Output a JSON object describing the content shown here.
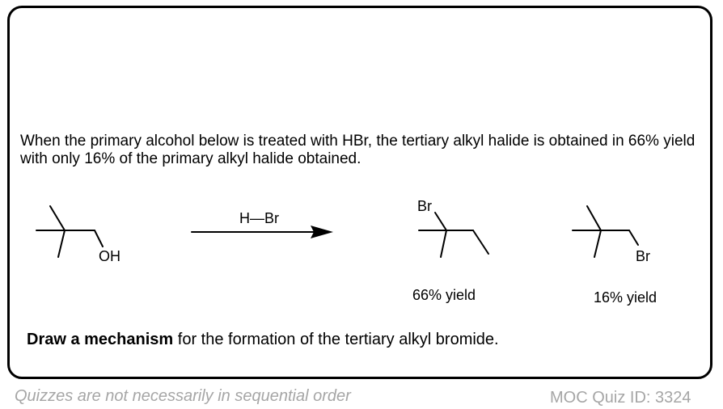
{
  "question": {
    "text": "When the primary alcohol below is treated with HBr, the tertiary alkyl halide is obtained in 66% yield with only 16% of the primary alkyl halide obtained."
  },
  "scheme": {
    "starting_material": {
      "oh_label": "OH"
    },
    "reagent": {
      "label": "H—Br"
    },
    "product_tertiary": {
      "br_label": "Br",
      "yield_label": "66% yield"
    },
    "product_primary": {
      "br_label": "Br",
      "yield_label": "16% yield"
    }
  },
  "instruction": {
    "bold": "Draw a mechanism",
    "rest": " for the formation of the tertiary alkyl bromide."
  },
  "footer": {
    "note": "Quizzes are not necessarily in sequential order",
    "quiz_id_label": "MOC Quiz ID: ",
    "quiz_id": "3324"
  }
}
